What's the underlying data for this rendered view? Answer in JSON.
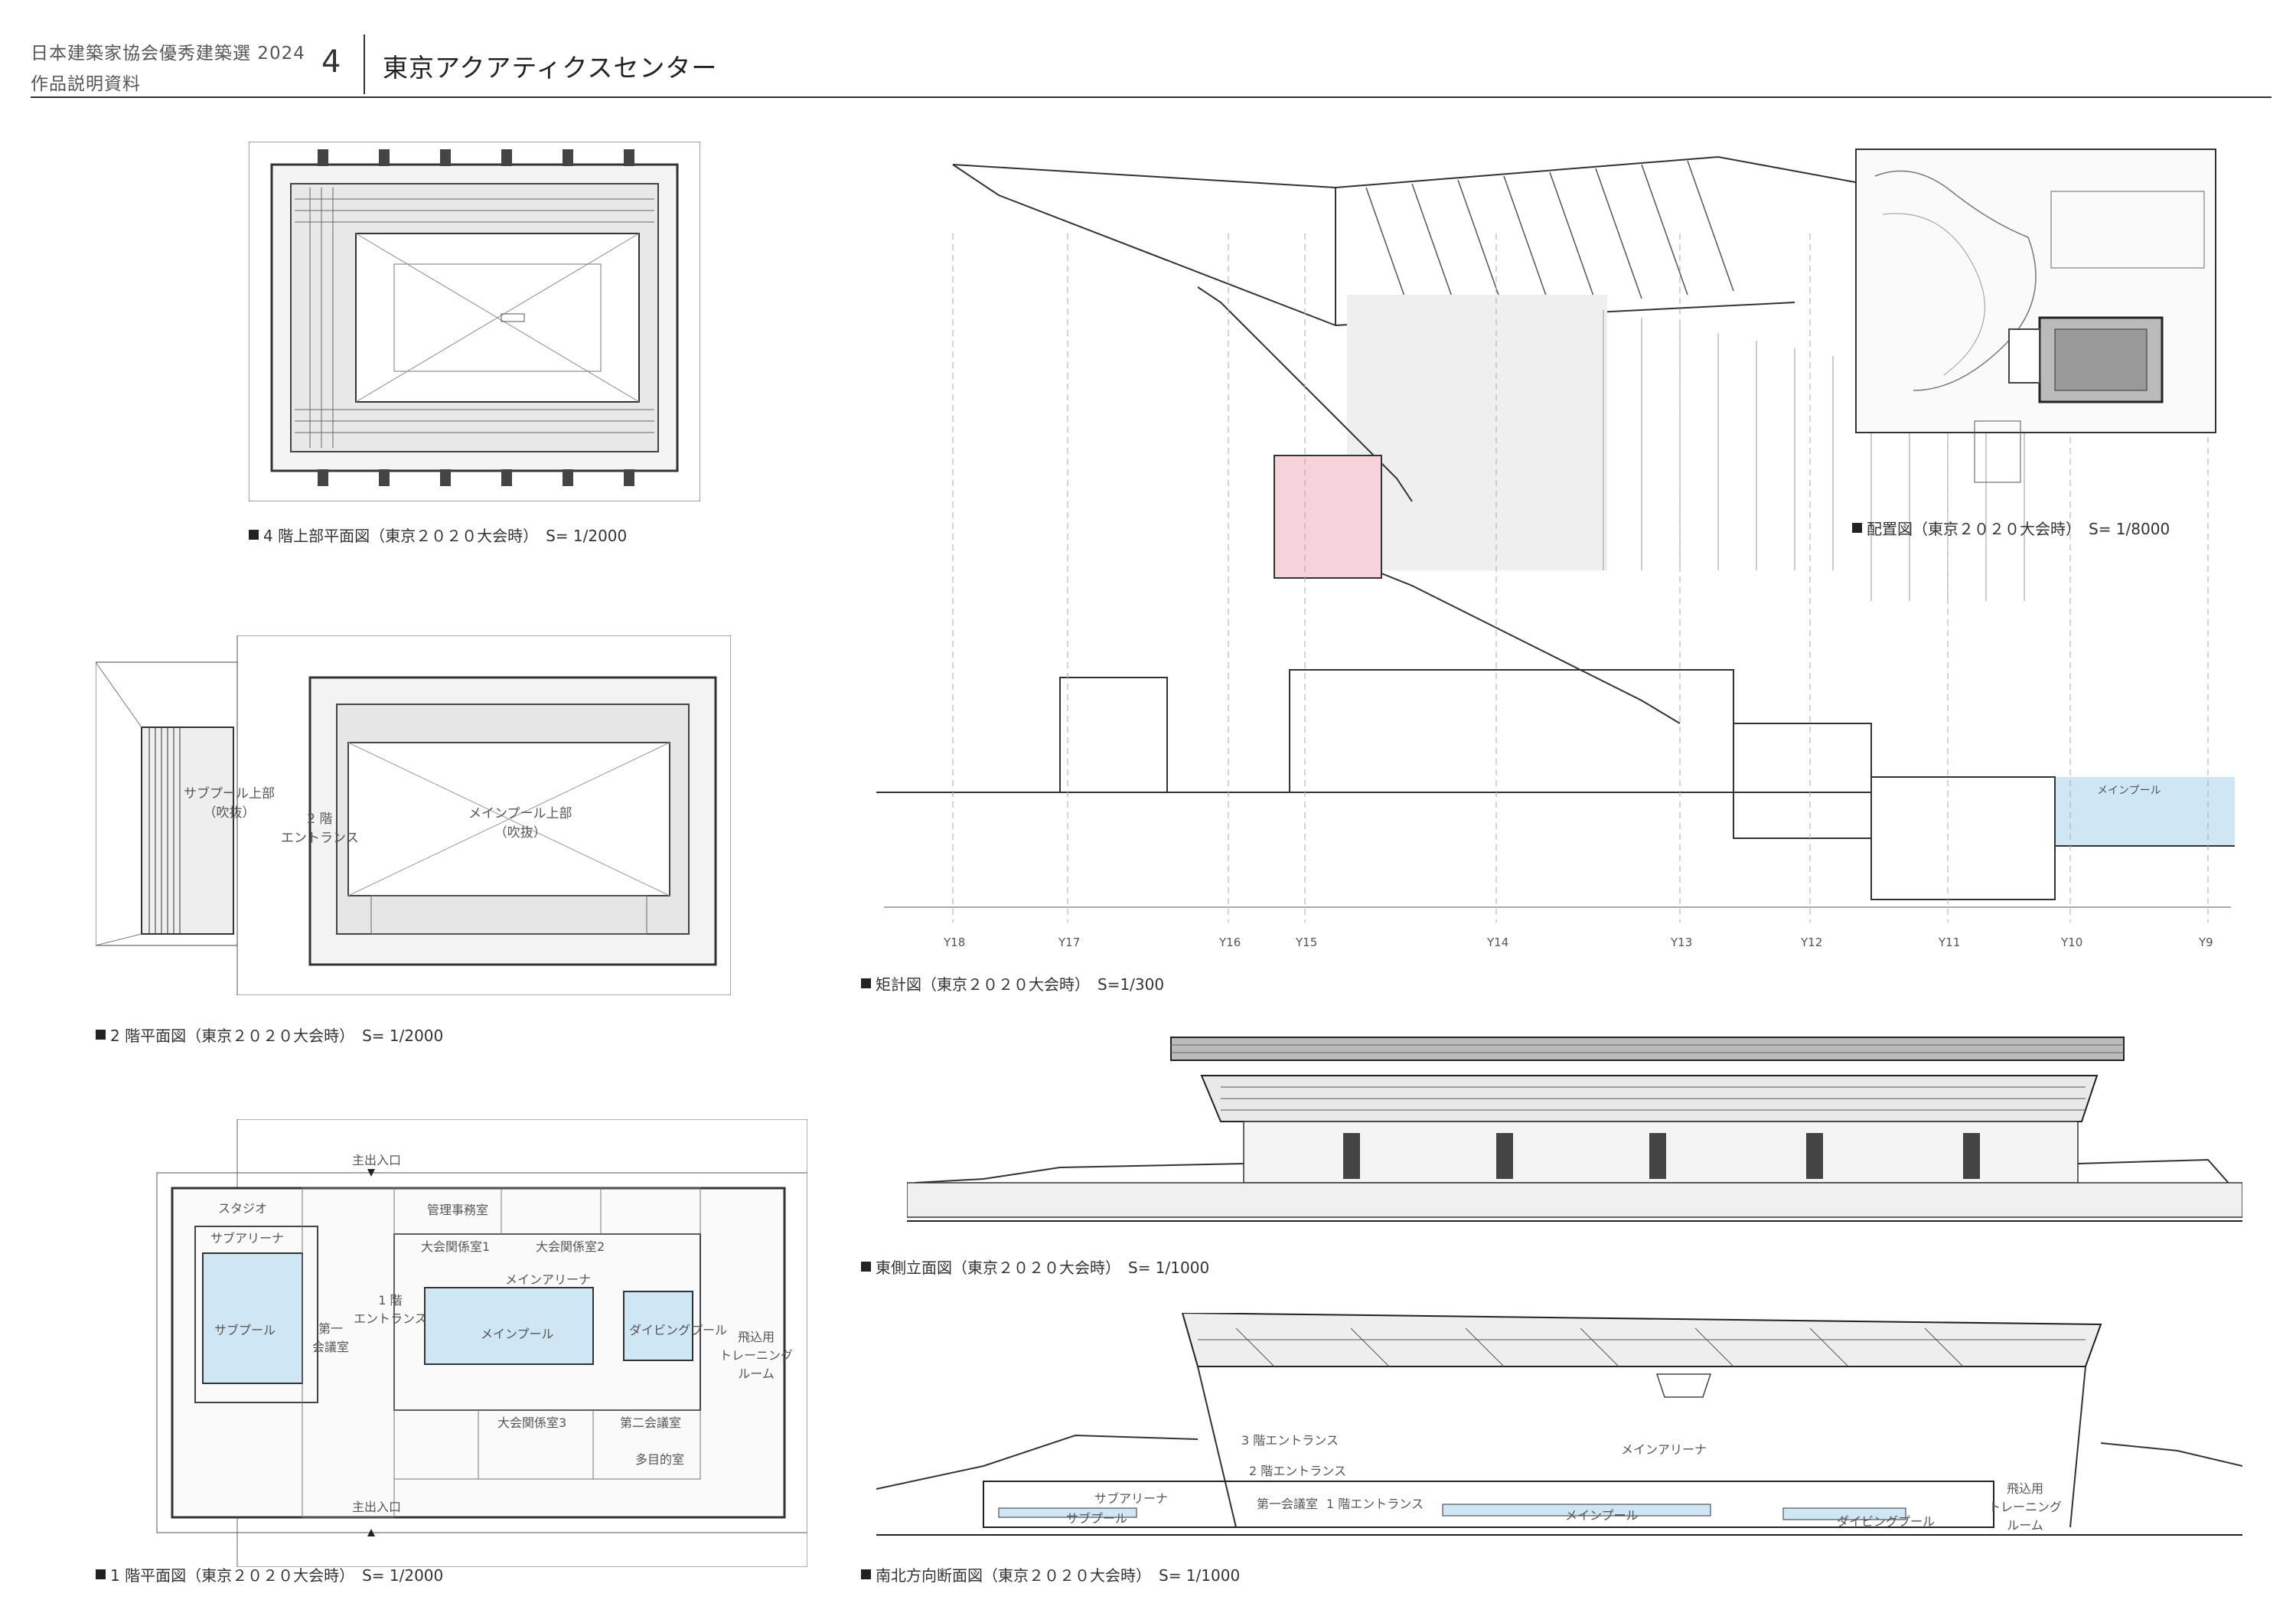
{
  "header": {
    "line1": "日本建築家協会優秀建築選 2024",
    "line2": "作品説明資料",
    "number": "4",
    "title": "東京アクアティクスセンター"
  },
  "captions": {
    "plan4f": "4 階上部平面図（東京２０２０大会時）　S= 1/2000",
    "plan2f": "2 階平面図（東京２０２０大会時）　S= 1/2000",
    "plan1f": "1 階平面図（東京２０２０大会時）　S= 1/2000",
    "section_detail": "矩計図（東京２０２０大会時）　S=1/300",
    "site": "配置図（東京２０２０大会時）　S= 1/8000",
    "elevation": "東側立面図（東京２０２０大会時）　S= 1/1000",
    "section_ns": "南北方向断面図（東京２０２０大会時）　S= 1/1000"
  },
  "plan2f_labels": {
    "sub_pool_upper": "サブプール上部",
    "void1": "（吹抜）",
    "entrance2": "2 階",
    "entrance2b": "エントランス",
    "main_pool_upper": "メインプール上部",
    "void2": "（吹抜）"
  },
  "plan1f_labels": {
    "main_entrance_top": "主出入口",
    "main_entrance_bottom": "主出入口",
    "studio": "スタジオ",
    "admin": "管理事務室",
    "sub_arena": "サブアリーナ",
    "meeting1": "大会関係室1",
    "meeting2": "大会関係室2",
    "main_arena": "メインアリーナ",
    "entrance1": "1 階",
    "entrance1b": "エントランス",
    "sub_pool": "サブプール",
    "conf_room": "第一",
    "conf_room_b": "会議室",
    "main_pool": "メインプール",
    "diving_pool": "ダイビングプール",
    "diving_training": "飛込用",
    "diving_training_b": "トレーニング",
    "diving_training_c": "ルーム",
    "meeting3": "大会関係室3",
    "conf2": "第二会議室",
    "multipurpose": "多目的室"
  },
  "section_ns_labels": {
    "entrance3": "3 階エントランス",
    "entrance2": "2 階エントランス",
    "entrance1": "1 階エントランス",
    "main_arena": "メインアリーナ",
    "sub_arena": "サブアリーナ",
    "conf_room": "第一会議室",
    "sub_pool": "サブプール",
    "main_pool": "メインプール",
    "diving_pool": "ダイビングプール",
    "diving_room": "飛込用",
    "diving_room_b": "トレーニング",
    "diving_room_c": "ルーム"
  },
  "section_detail_labels": {
    "pool_tag": "メインプール",
    "grid": [
      "Y18",
      "Y17",
      "Y16",
      "Y15",
      "Y14",
      "Y13",
      "Y12",
      "Y11",
      "Y10",
      "Y9"
    ]
  },
  "colors": {
    "pool": "#cfe6f5",
    "line": "#333333",
    "pink": "#f6d3da"
  }
}
